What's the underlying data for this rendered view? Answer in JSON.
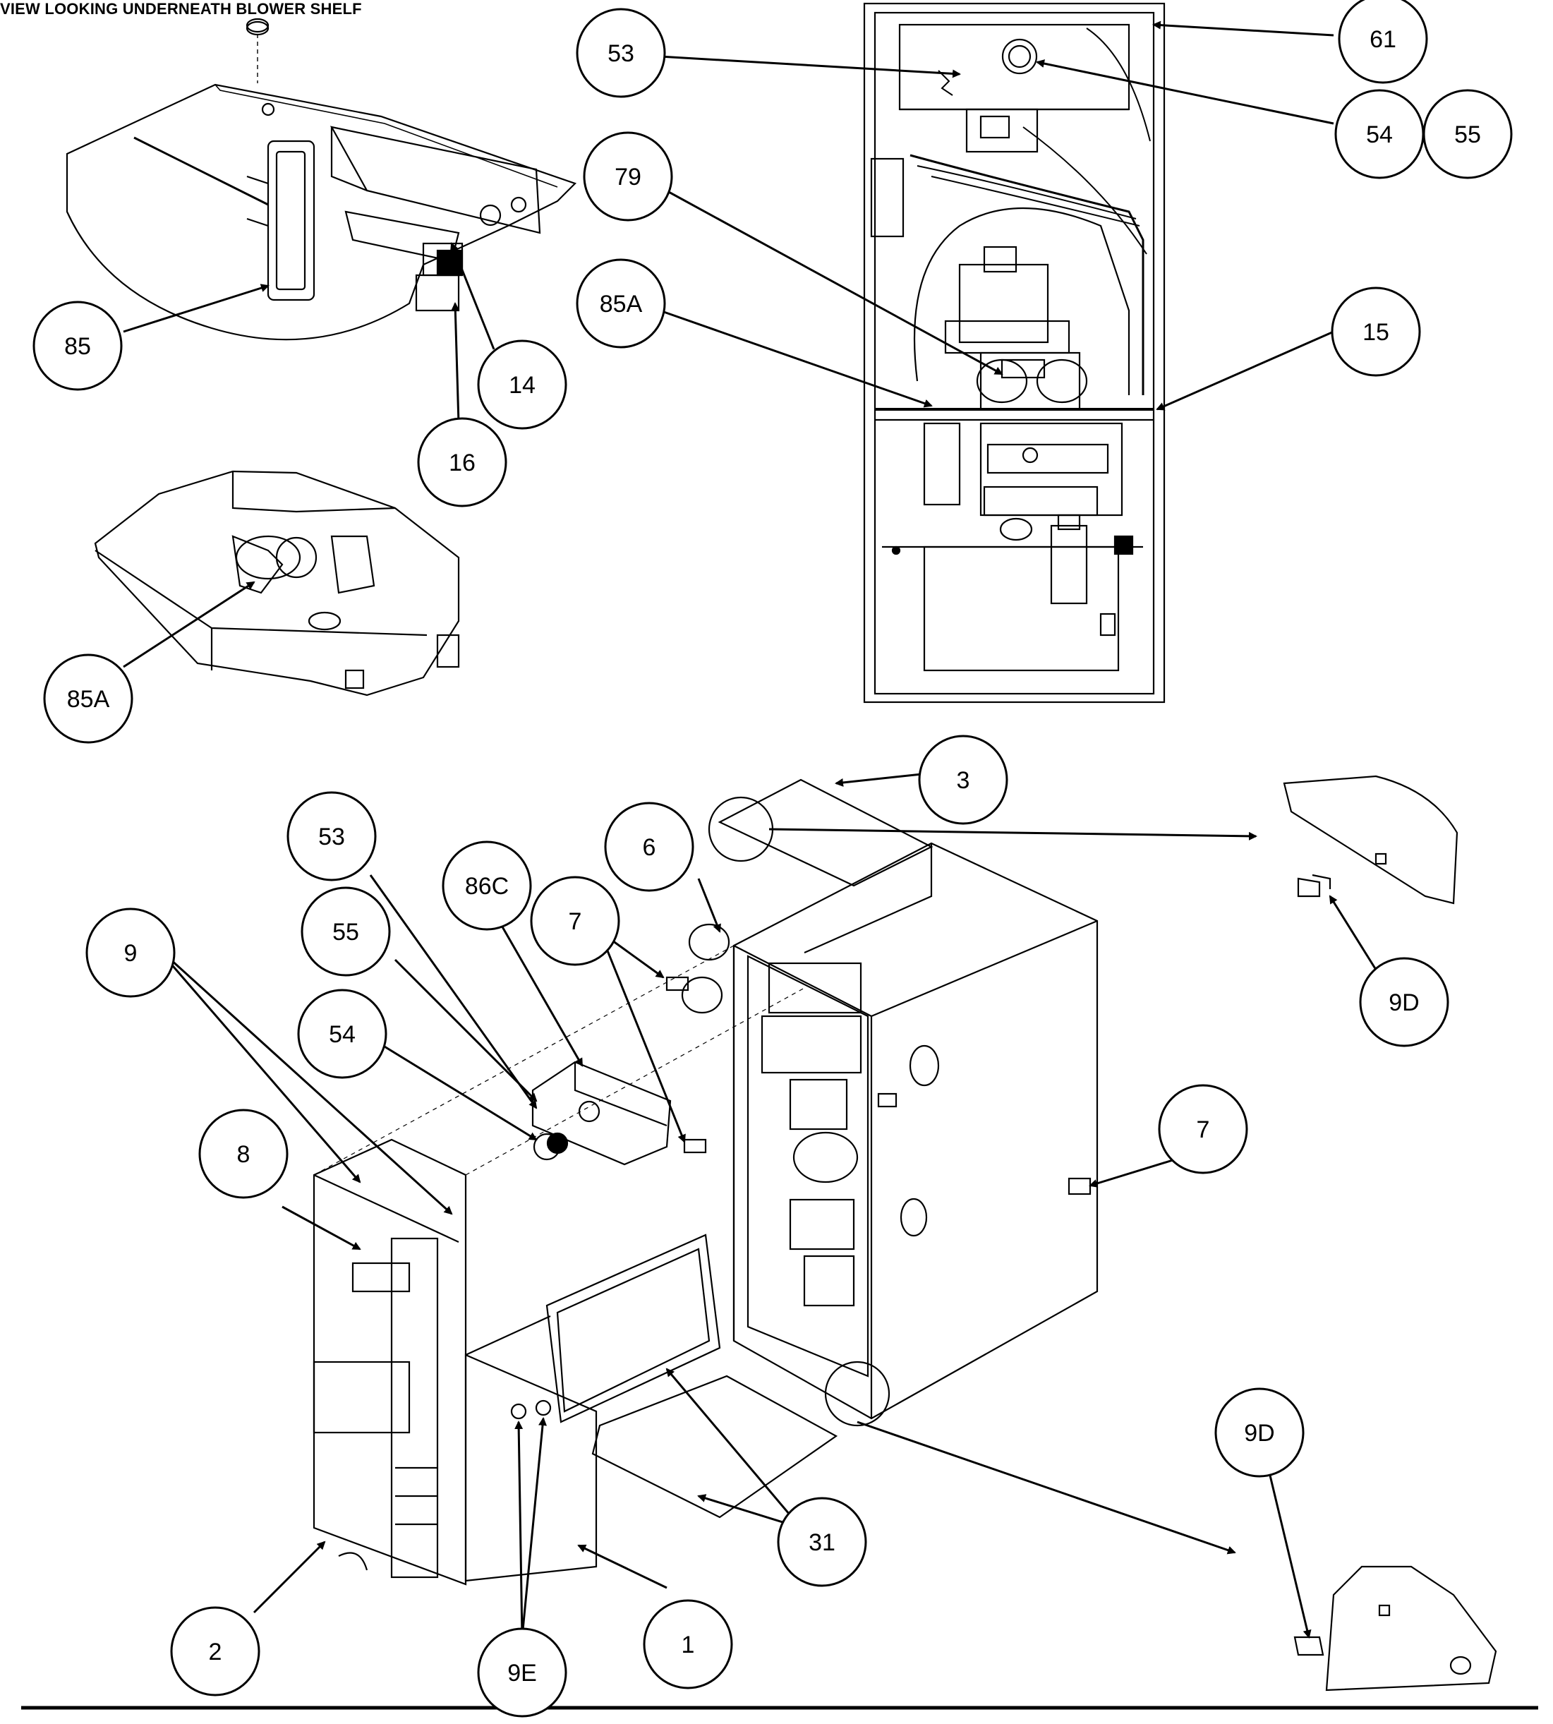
{
  "view_title": "VIEW LOOKING UNDERNEATH BLOWER SHELF",
  "callouts": [
    {
      "id": "c-85-top",
      "label": "85"
    },
    {
      "id": "c-14",
      "label": "14"
    },
    {
      "id": "c-16",
      "label": "16"
    },
    {
      "id": "c-85A-left",
      "label": "85A"
    },
    {
      "id": "c-53-top",
      "label": "53"
    },
    {
      "id": "c-61",
      "label": "61"
    },
    {
      "id": "c-54-top",
      "label": "54"
    },
    {
      "id": "c-55-top",
      "label": "55"
    },
    {
      "id": "c-79",
      "label": "79"
    },
    {
      "id": "c-85A-mid",
      "label": "85A"
    },
    {
      "id": "c-15",
      "label": "15"
    },
    {
      "id": "c-3",
      "label": "3"
    },
    {
      "id": "c-53-low",
      "label": "53"
    },
    {
      "id": "c-86C",
      "label": "86C"
    },
    {
      "id": "c-6",
      "label": "6"
    },
    {
      "id": "c-7-a",
      "label": "7"
    },
    {
      "id": "c-55-low",
      "label": "55"
    },
    {
      "id": "c-9",
      "label": "9"
    },
    {
      "id": "c-54-low",
      "label": "54"
    },
    {
      "id": "c-8",
      "label": "8"
    },
    {
      "id": "c-9D-top",
      "label": "9D"
    },
    {
      "id": "c-7-b",
      "label": "7"
    },
    {
      "id": "c-9D-low",
      "label": "9D"
    },
    {
      "id": "c-31",
      "label": "31"
    },
    {
      "id": "c-2",
      "label": "2"
    },
    {
      "id": "c-9E",
      "label": "9E"
    },
    {
      "id": "c-1",
      "label": "1"
    }
  ]
}
